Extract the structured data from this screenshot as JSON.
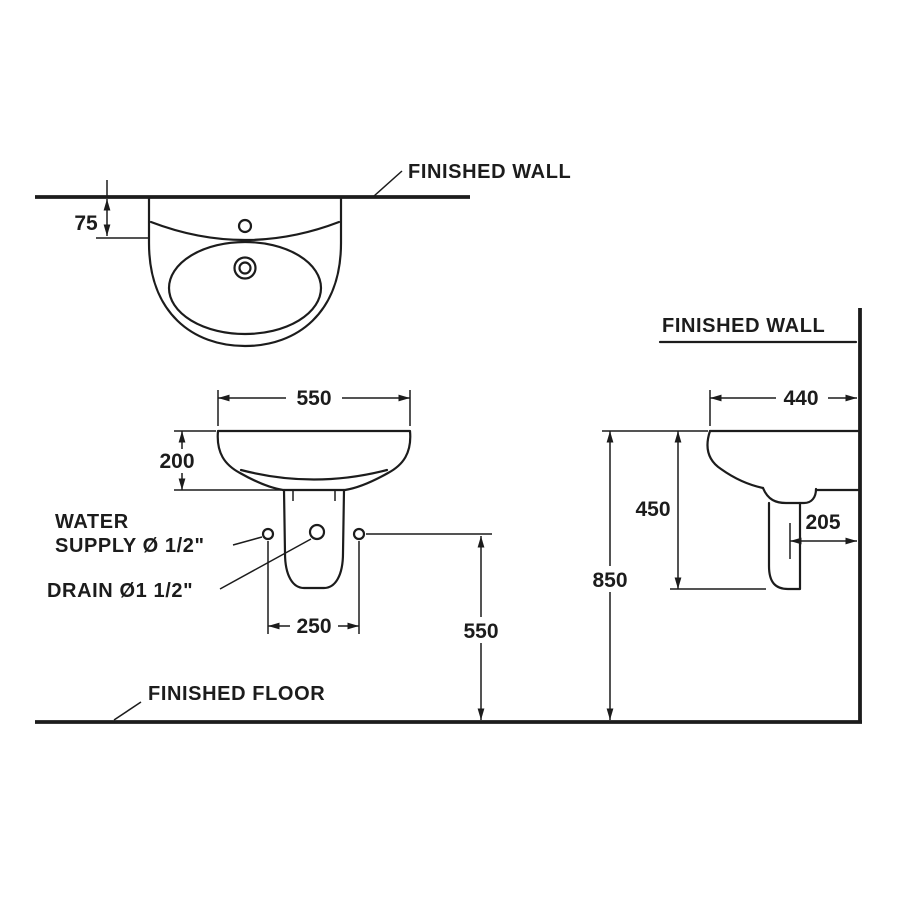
{
  "colors": {
    "line": "#1c1c1c",
    "background": "#ffffff"
  },
  "labels": {
    "finished_wall_top": "FINISHED WALL",
    "finished_wall_side": "FINISHED WALL",
    "finished_floor": "FINISHED FLOOR",
    "water_supply_line1": "WATER",
    "water_supply_line2": "SUPPLY Ø 1/2\"",
    "drain": "DRAIN Ø1 1/2\""
  },
  "dimensions": {
    "faucet_hole_to_wall": "75",
    "basin_width": "550",
    "rim_to_basin_bottom": "200",
    "supply_centres": "250",
    "floor_to_supply": "550",
    "basin_depth": "440",
    "rim_to_pedestal_bottom": "450",
    "wall_to_drain": "205",
    "floor_to_rim": "850"
  }
}
